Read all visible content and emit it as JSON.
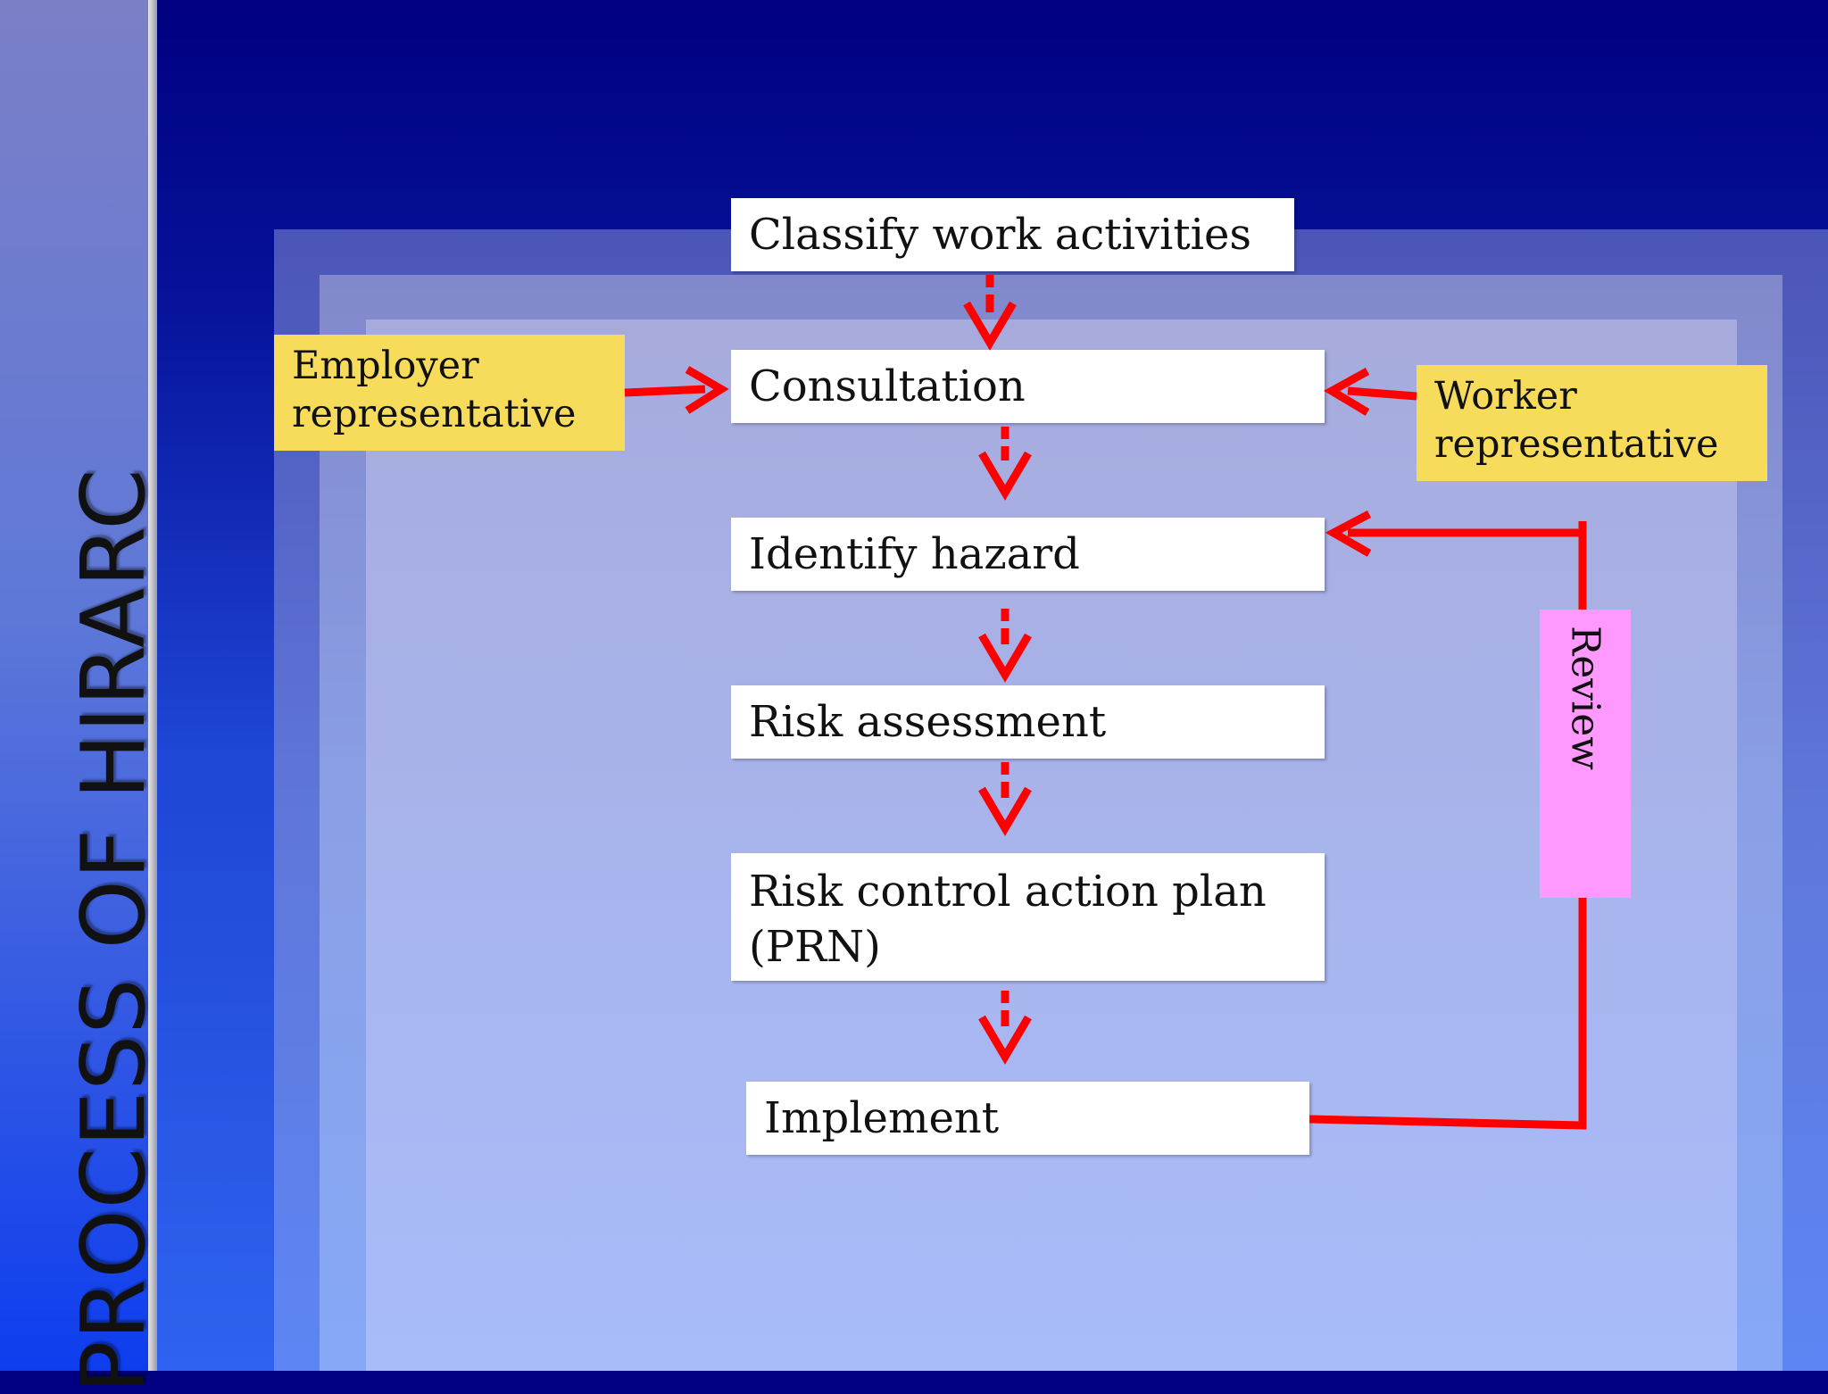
{
  "slide_title": "PROCESS OF HIRARC",
  "steps": {
    "classify": "Classify work activities",
    "consultation": "Consultation",
    "identify": "Identify hazard",
    "assessment": "Risk assessment",
    "control_line1": "Risk control action plan",
    "control_line2": "(PRN)",
    "implement": "Implement"
  },
  "inputs": {
    "employer_line1": "Employer",
    "employer_line2": "representative",
    "worker_line1": "Worker",
    "worker_line2": "representative"
  },
  "review_label": "Review",
  "colors": {
    "arrow": "#ff0000",
    "note_fill": "#f6dc5a",
    "review_fill": "#ff99ff",
    "box_fill": "#ffffff"
  }
}
